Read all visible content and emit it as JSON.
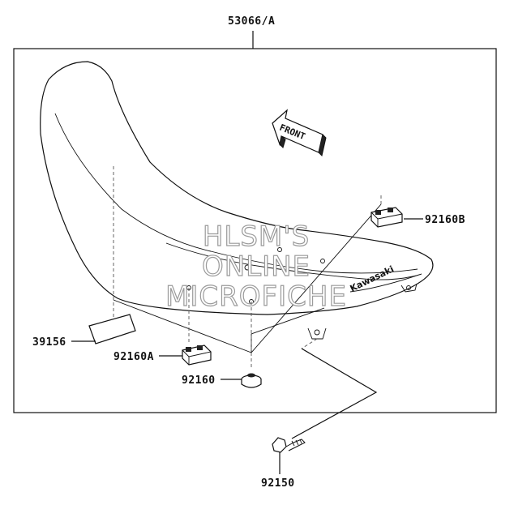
{
  "assembly_number": "53066/A",
  "parts": {
    "p92160B": "92160B",
    "p39156": "39156",
    "p92160A": "92160A",
    "p92160": "92160",
    "p92150": "92150"
  },
  "front_arrow_text": "FRONT",
  "seat_brand_text": "Kawasaki",
  "watermark": {
    "line1": "HLSM'S",
    "line2": "ONLINE",
    "line3": "MICROFICHE"
  }
}
